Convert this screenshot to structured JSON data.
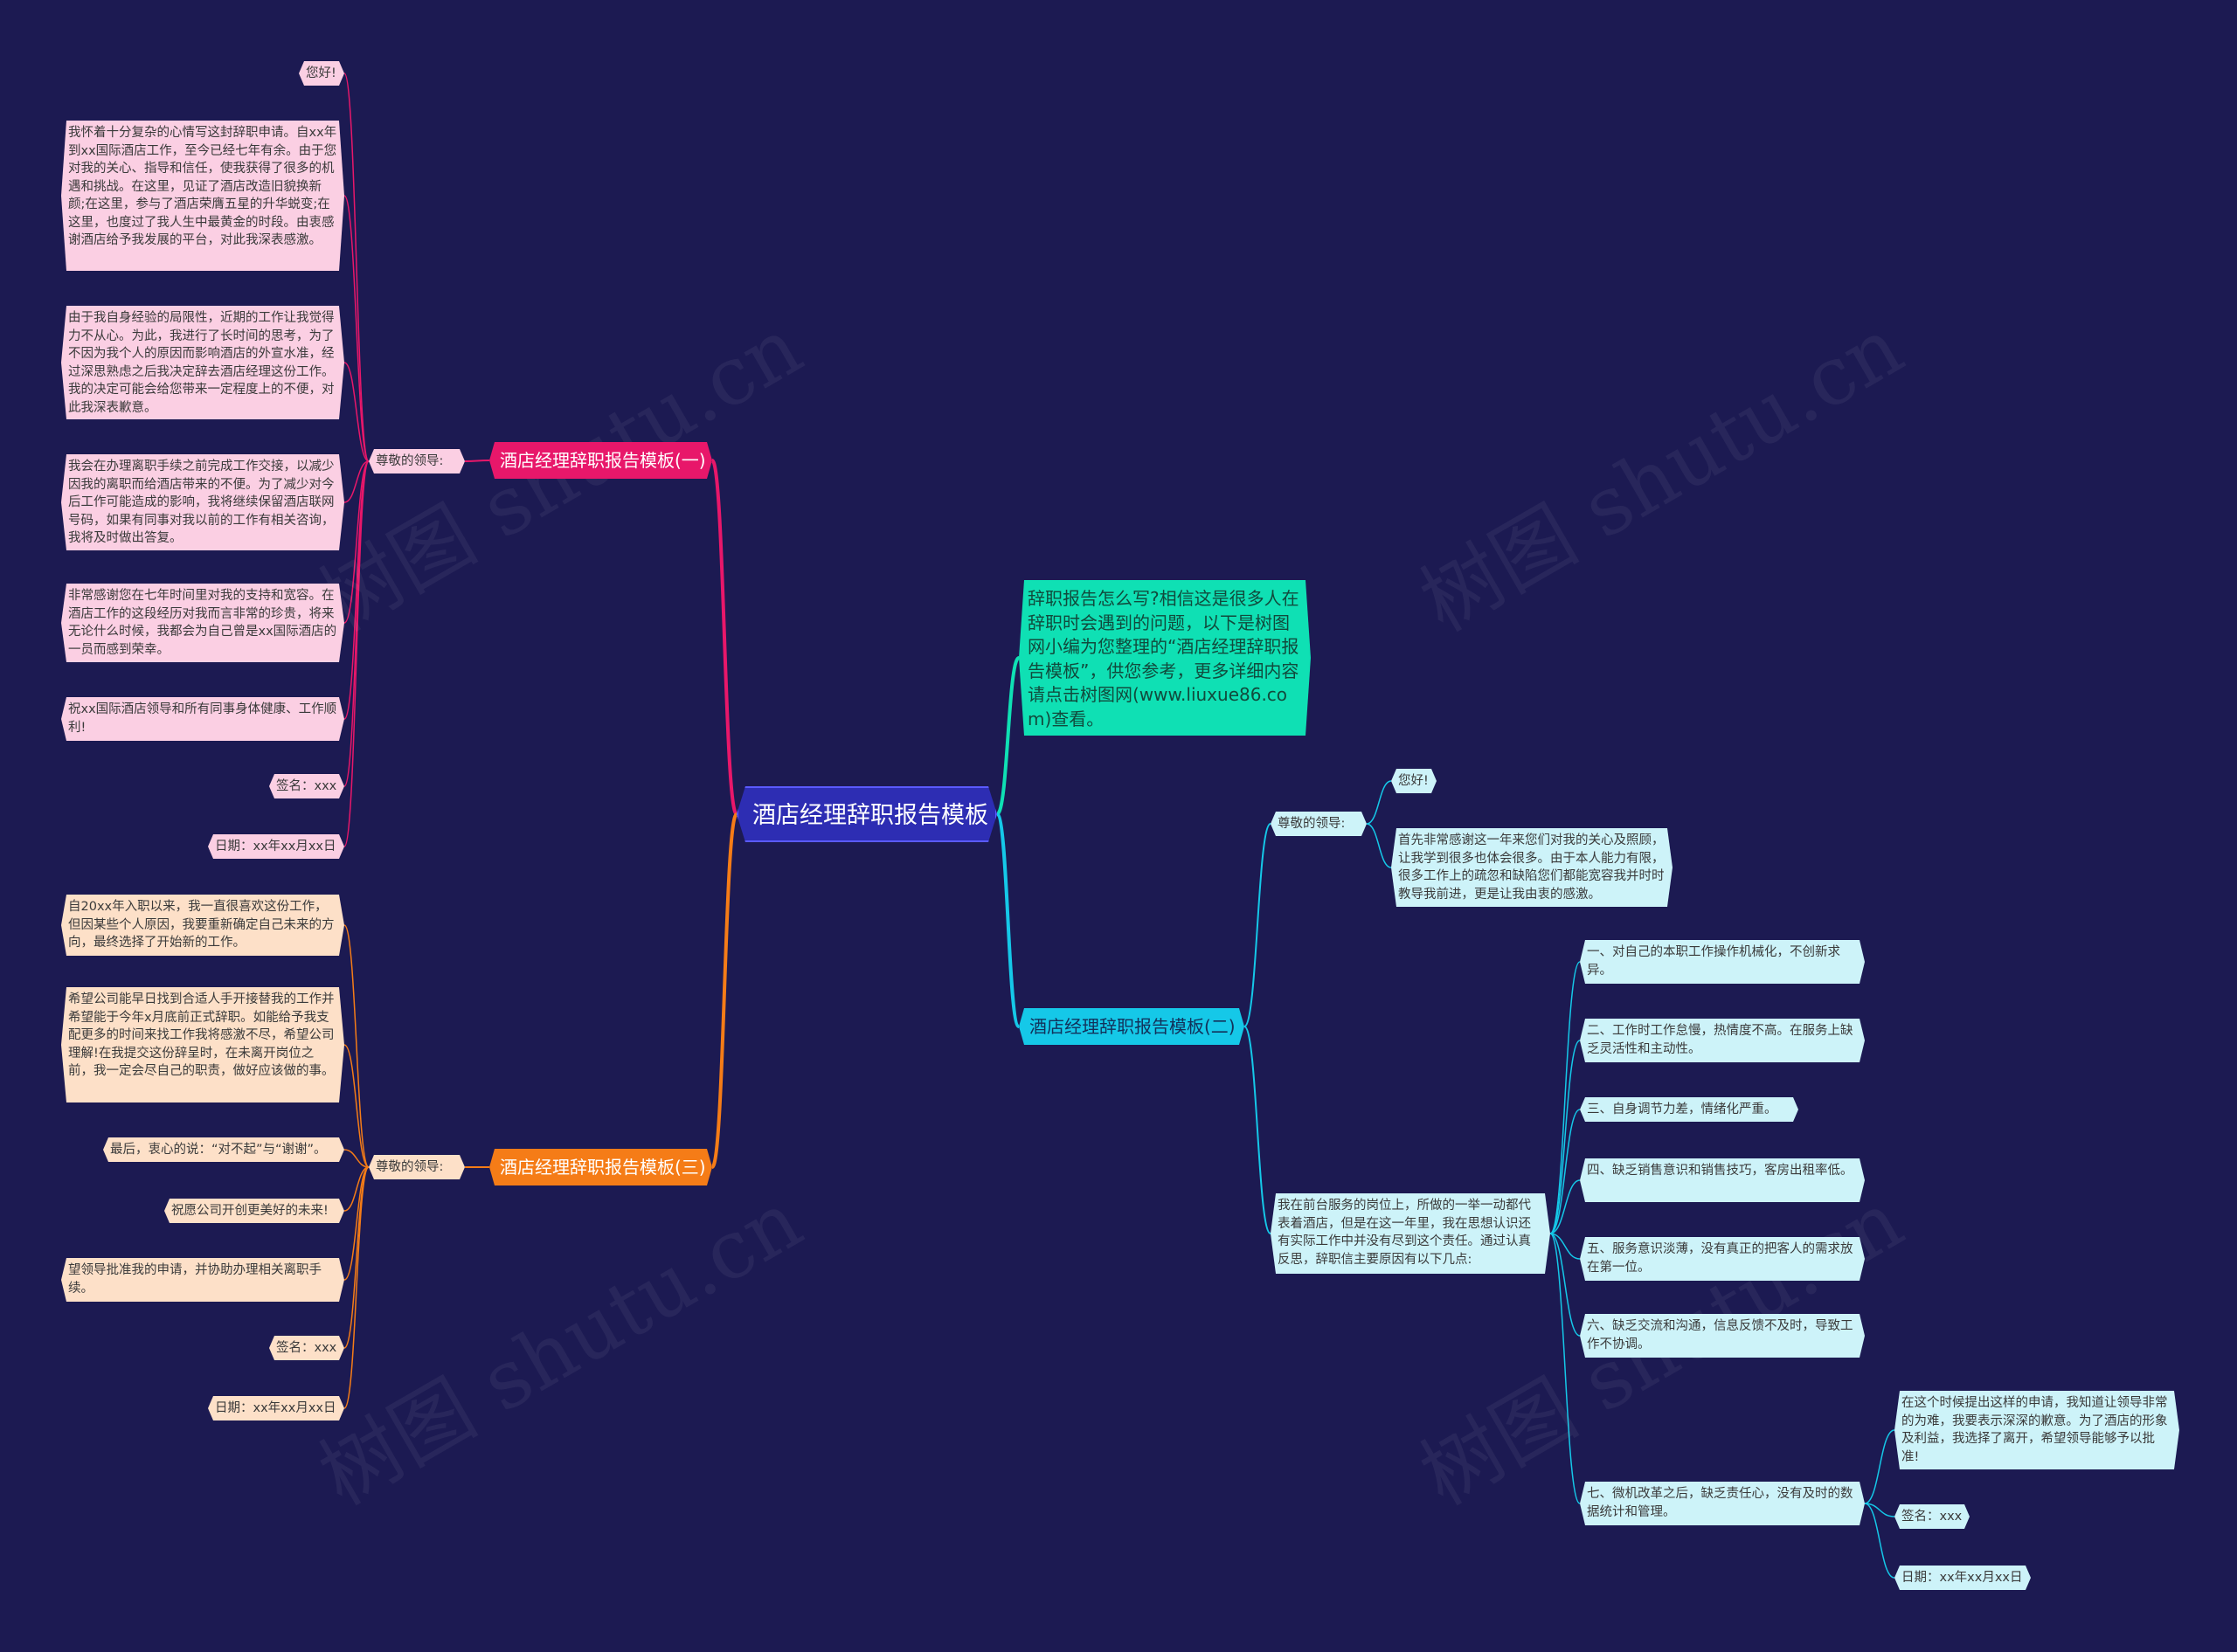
{
  "watermark": "树图 shutu.cn",
  "root": {
    "label": "酒店经理辞职报告模板"
  },
  "intro": {
    "text": "辞职报告怎么写?相信这是很多人在辞职时会遇到的问题，以下是树图网小编为您整理的“酒店经理辞职报告模板”，供您参考，更多详细内容请点击树图网(www.liuxue86.com)查看。"
  },
  "branch1": {
    "label": "酒店经理辞职报告模板(一)",
    "sub": "尊敬的领导:",
    "leaves": [
      "您好!",
      "我怀着十分复杂的心情写这封辞职申请。自xx年到xx国际酒店工作，至今已经七年有余。由于您对我的关心、指导和信任，使我获得了很多的机遇和挑战。在这里，见证了酒店改造旧貌换新颜;在这里，参与了酒店荣膺五星的升华蜕变;在这里，也度过了我人生中最黄金的时段。由衷感谢酒店给予我发展的平台，对此我深表感激。",
      "由于我自身经验的局限性，近期的工作让我觉得力不从心。为此，我进行了长时间的思考，为了不因为我个人的原因而影响酒店的外宣水准，经过深思熟虑之后我决定辞去酒店经理这份工作。我的决定可能会给您带来一定程度上的不便，对此我深表歉意。",
      "我会在办理离职手续之前完成工作交接，以减少因我的离职而给酒店带来的不便。为了减少对今后工作可能造成的影响，我将继续保留酒店联网号码，如果有同事对我以前的工作有相关咨询，我将及时做出答复。",
      "非常感谢您在七年时间里对我的支持和宽容。在酒店工作的这段经历对我而言非常的珍贵，将来无论什么时候，我都会为自己曾是xx国际酒店的一员而感到荣幸。",
      "祝xx国际酒店领导和所有同事身体健康、工作顺利!",
      "签名：xxx",
      "日期：xx年xx月xx日"
    ]
  },
  "branch2": {
    "label": "酒店经理辞职报告模板(二)",
    "sub": "尊敬的领导:",
    "leaves": [
      "您好!",
      "首先非常感谢这一年来您们对我的关心及照顾，让我学到很多也体会很多。由于本人能力有限，很多工作上的疏忽和缺陷您们都能宽容我并时时教导我前进，更是让我由衷的感激。"
    ],
    "body": "我在前台服务的岗位上，所做的一举一动都代表着酒店，但是在这一年里，我在思想认识还有实际工作中并没有尽到这个责任。通过认真反思，辞职信主要原因有以下几点:",
    "reasons": [
      "一、对自己的本职工作操作机械化，不创新求异。",
      "二、工作时工作怠慢，热情度不高。在服务上缺乏灵活性和主动性。",
      "三、自身调节力差，情绪化严重。",
      "四、缺乏销售意识和销售技巧，客房出租率低。",
      "五、服务意识淡薄，没有真正的把客人的需求放在第一位。",
      "六、缺乏交流和沟通，信息反馈不及时，导致工作不协调。",
      "七、微机改革之后，缺乏责任心，没有及时的数据统计和管理。"
    ],
    "tail": [
      "在这个时候提出这样的申请，我知道让领导非常的为难，我要表示深深的歉意。为了酒店的形象及利益，我选择了离开，希望领导能够予以批准!",
      "签名：xxx",
      "日期：xx年xx月xx日"
    ]
  },
  "branch3": {
    "label": "酒店经理辞职报告模板(三)",
    "sub": "尊敬的领导:",
    "leaves": [
      "自20xx年入职以来，我一直很喜欢这份工作，但因某些个人原因，我要重新确定自己未来的方向，最终选择了开始新的工作。",
      "希望公司能早日找到合适人手开接替我的工作并希望能于今年x月底前正式辞职。如能给予我支配更多的时间来找工作我将感激不尽，希望公司理解!在我提交这份辞呈时，在未离开岗位之前，我一定会尽自己的职责，做好应该做的事。",
      "最后，衷心的说：“对不起”与“谢谢”。",
      "祝愿公司开创更美好的未来!",
      "望领导批准我的申请，并协助办理相关离职手续。",
      "签名：xxx",
      "日期：xx年xx月xx日"
    ]
  },
  "colors": {
    "background": "#1c1a52",
    "branch1": "#e8176a",
    "branch2": "#15c8e8",
    "branch3": "#f57c17",
    "intro": "#0fe0b4",
    "root": "#2d2db3"
  }
}
